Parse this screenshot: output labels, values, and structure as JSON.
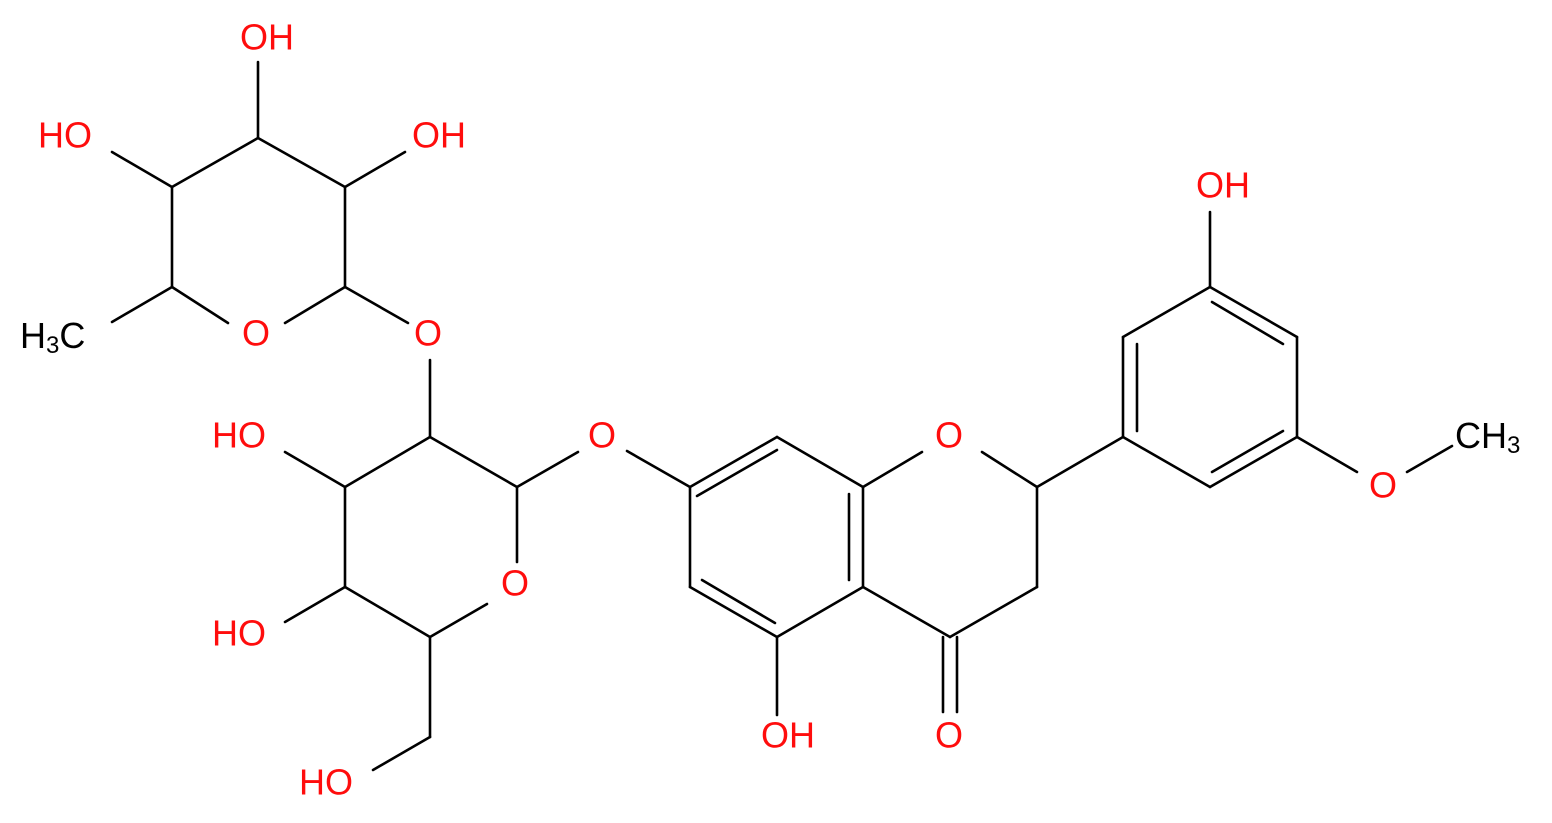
{
  "colors": {
    "bond": "#000000",
    "oxygen": "#ff0d0d",
    "carbon": "#000000",
    "background": "#ffffff"
  },
  "labels": {
    "rha_oh_top": "OH",
    "rha_oh_left": "HO",
    "rha_oh_right": "OH",
    "rha_ring_o": "O",
    "rha_methyl": "H3C",
    "glycosidic_o_1": "O",
    "glc_oh_upper": "HO",
    "glycosidic_o_2": "O",
    "glc_ring_o": "O",
    "glc_oh_lower": "HO",
    "glc_ch2oh": "HO",
    "ring_c_o": "O",
    "phenol_oh_5": "OH",
    "ketone_o": "O",
    "b_ring_oh": "OH",
    "methoxy_o": "O",
    "methoxy_ch3": "CH3"
  }
}
